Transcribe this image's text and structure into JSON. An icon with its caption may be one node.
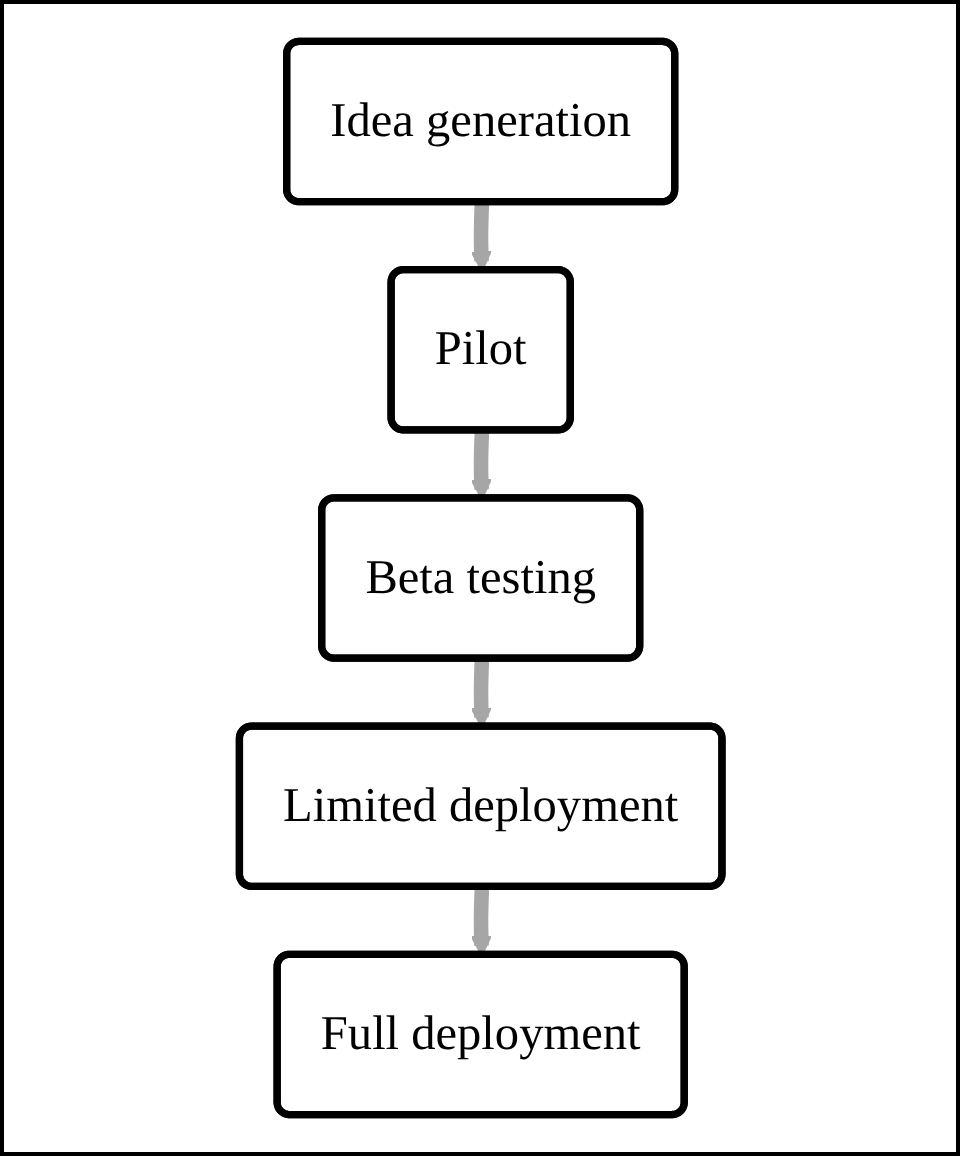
{
  "diagram": {
    "nodes": [
      {
        "text": [
          "Idea generation"
        ]
      },
      {
        "text": [
          "Pilot"
        ]
      },
      {
        "text": [
          "Beta testing"
        ]
      },
      {
        "text": [
          "Limited deployment"
        ]
      },
      {
        "text": [
          "Full deployment"
        ]
      }
    ],
    "edges": [
      {
        "from": 0,
        "to": 1,
        "arrow": "to"
      },
      {
        "from": 1,
        "to": 2,
        "arrow": "to"
      },
      {
        "from": 2,
        "to": 3,
        "arrow": "to"
      },
      {
        "from": 3,
        "to": 4,
        "arrow": "to"
      }
    ]
  }
}
